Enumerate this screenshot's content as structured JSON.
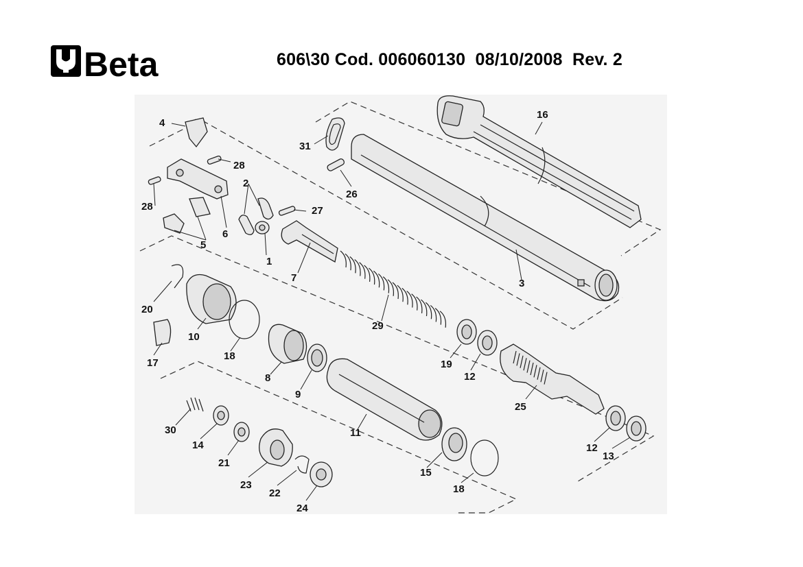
{
  "header": {
    "brand": "Beta",
    "title": "606\\30 Cod. 006060130  08/10/2008  Rev. 2"
  },
  "parts": [
    {
      "number": "1"
    },
    {
      "number": "2"
    },
    {
      "number": "3"
    },
    {
      "number": "4"
    },
    {
      "number": "5"
    },
    {
      "number": "6"
    },
    {
      "number": "7"
    },
    {
      "number": "8"
    },
    {
      "number": "9"
    },
    {
      "number": "10"
    },
    {
      "number": "11"
    },
    {
      "number": "12"
    },
    {
      "number": "12"
    },
    {
      "number": "13"
    },
    {
      "number": "14"
    },
    {
      "number": "15"
    },
    {
      "number": "16"
    },
    {
      "number": "17"
    },
    {
      "number": "18"
    },
    {
      "number": "18"
    },
    {
      "number": "19"
    },
    {
      "number": "20"
    },
    {
      "number": "21"
    },
    {
      "number": "22"
    },
    {
      "number": "23"
    },
    {
      "number": "24"
    },
    {
      "number": "25"
    },
    {
      "number": "26"
    },
    {
      "number": "27"
    },
    {
      "number": "28"
    },
    {
      "number": "28"
    },
    {
      "number": "29"
    },
    {
      "number": "30"
    },
    {
      "number": "31"
    }
  ],
  "colors": {
    "brand": "#000000",
    "drawing_background": "#f4f4f4"
  }
}
